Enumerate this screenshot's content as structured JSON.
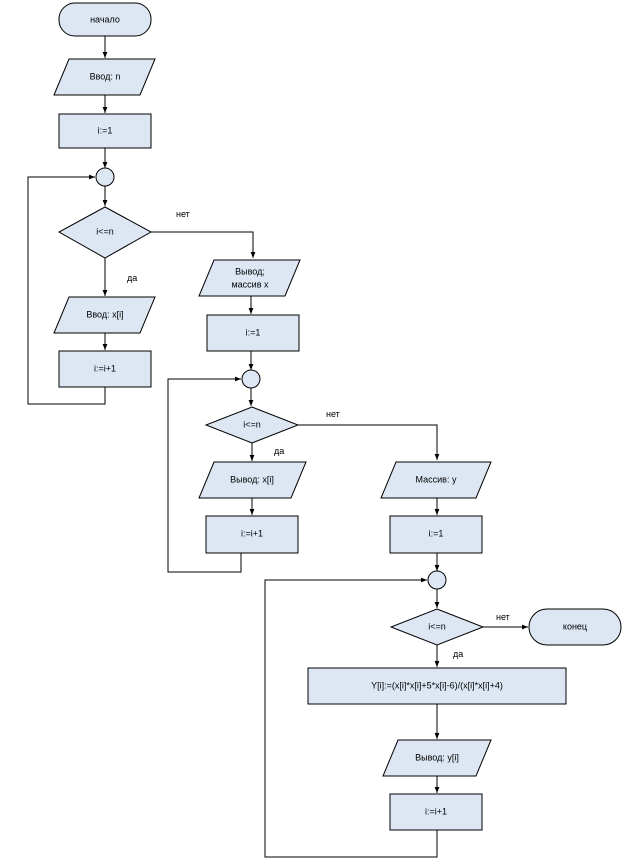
{
  "flowchart": {
    "start": "начало",
    "input_n": "Ввод: n",
    "assign_i1_a": "i:=1",
    "cond_a": "i<=n",
    "input_x": "Ввод: x[i]",
    "inc_a": "i:=i+1",
    "output_array_x_line1": "Вывод;",
    "output_array_x_line2": "массив х",
    "assign_i1_b": "i:=1",
    "cond_b": "i<=n",
    "output_x": "Вывод: x[i]",
    "inc_b": "i:=i+1",
    "array_y": "Массив: y",
    "assign_i1_c": "i:=1",
    "cond_c": "i<=n",
    "formula": "Y[i]:=(x[i]*x[i]+5*x[i]-6)/(x[i]*x[i]+4)",
    "output_y": "Вывод: y[i]",
    "inc_c": "i:=i+1",
    "end": "конец",
    "edge_yes": "да",
    "edge_no": "нет"
  },
  "colors": {
    "fill": "#dde7f4",
    "stroke": "#000000"
  }
}
